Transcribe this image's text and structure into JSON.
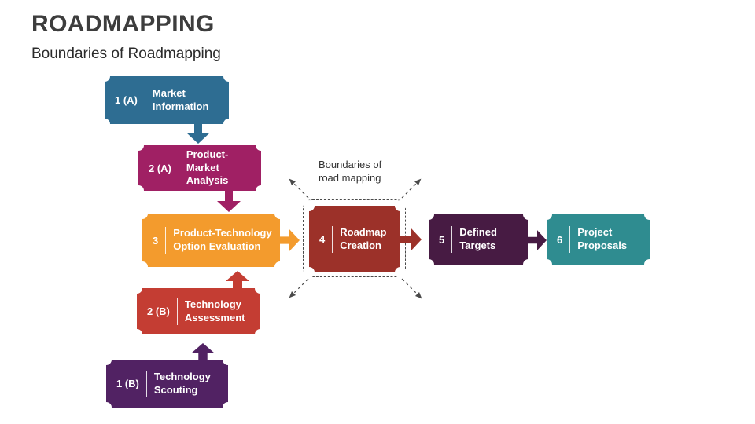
{
  "page": {
    "title": "ROADMAPPING",
    "subtitle": "Boundaries of Roadmapping",
    "title_color": "#3d3d3d",
    "subtitle_color": "#2b2b2b",
    "background_color": "#ffffff"
  },
  "diagram": {
    "boundary_label": "Boundaries of\nroad mapping",
    "boundary_line_color": "#4a4a4a",
    "boxes": [
      {
        "id": "market-information",
        "number": "1 (A)",
        "label": "Market\nInformation",
        "color": "#2e6d92"
      },
      {
        "id": "product-market-analysis",
        "number": "2 (A)",
        "label": "Product-\nMarket Analysis",
        "color": "#a02064"
      },
      {
        "id": "product-technology-option-evaluation",
        "number": "3",
        "label": "Product-Technology\nOption Evaluation",
        "color": "#f39b2d"
      },
      {
        "id": "roadmap-creation",
        "number": "4",
        "label": "Roadmap\nCreation",
        "color": "#9c3129"
      },
      {
        "id": "defined-targets",
        "number": "5",
        "label": "Defined\nTargets",
        "color": "#471b43"
      },
      {
        "id": "project-proposals",
        "number": "6",
        "label": "Project\nProposals",
        "color": "#2f8c90"
      },
      {
        "id": "technology-assessment",
        "number": "2 (B)",
        "label": "Technology\nAssessment",
        "color": "#c43d33"
      },
      {
        "id": "technology-scouting",
        "number": "1 (B)",
        "label": "Technology\nScouting",
        "color": "#512263"
      }
    ]
  }
}
